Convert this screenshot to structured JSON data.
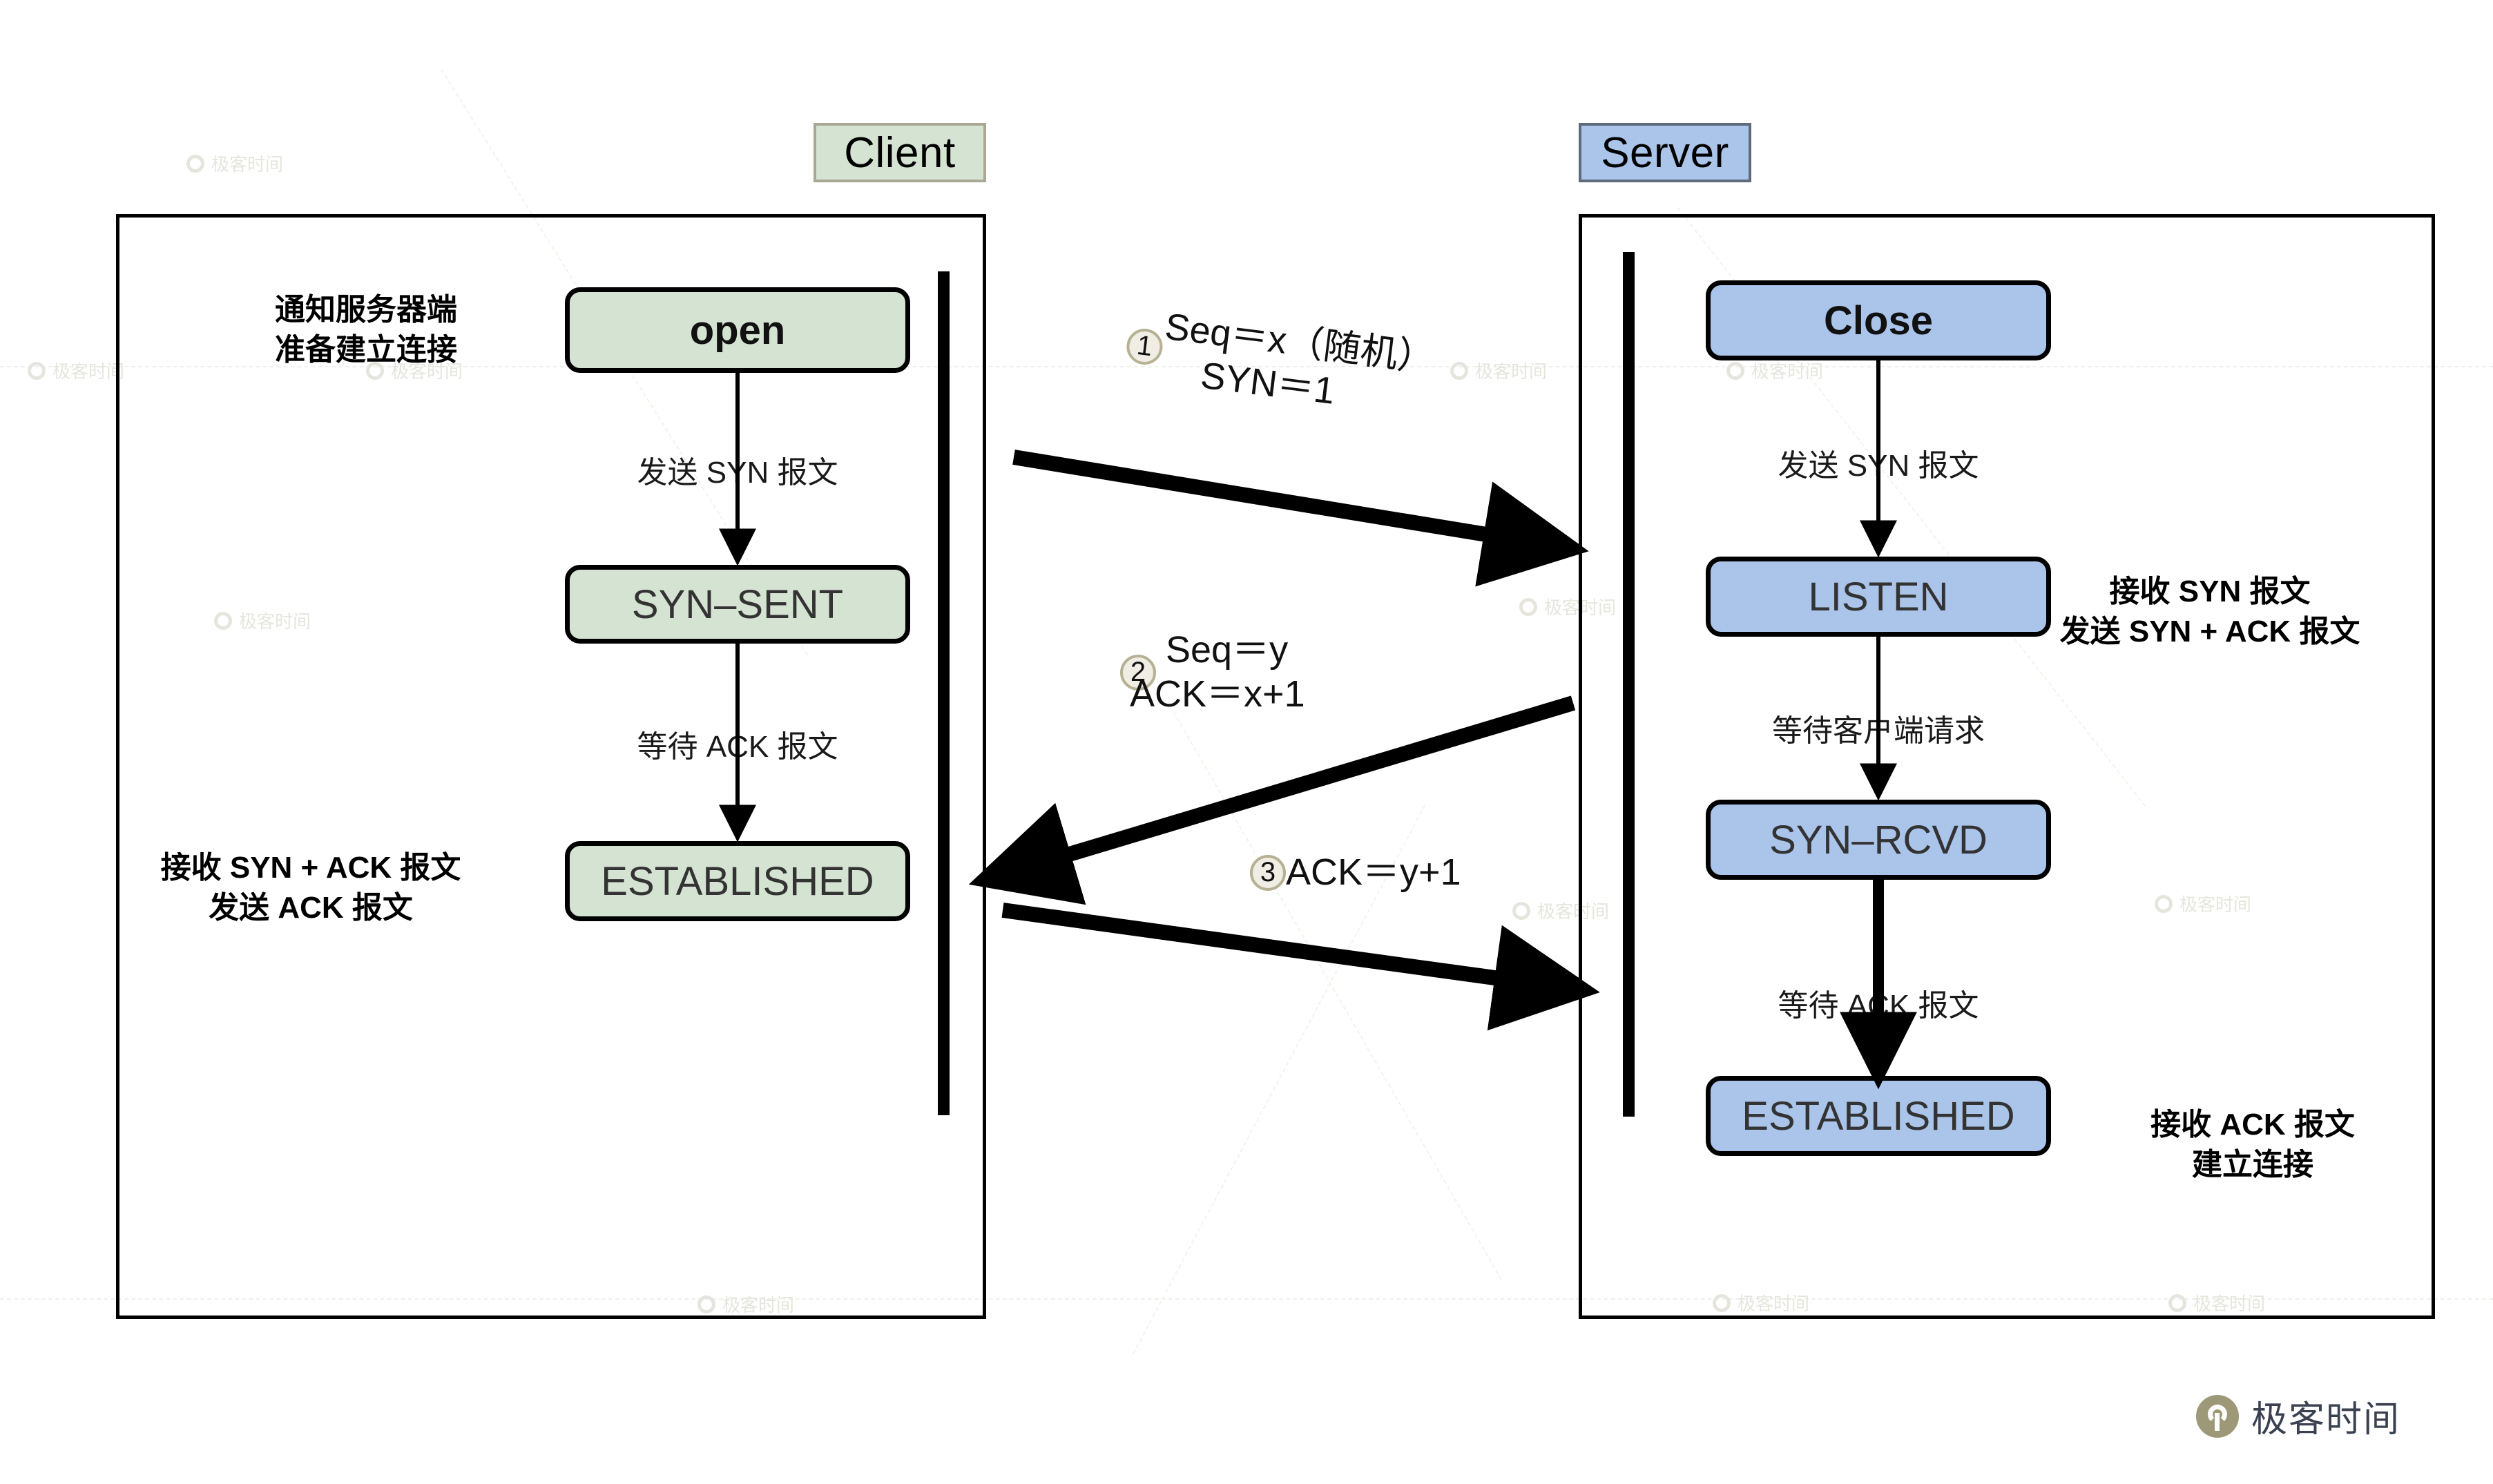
{
  "roles": {
    "client": {
      "label": "Client"
    },
    "server": {
      "label": "Server"
    }
  },
  "client": {
    "side_notes": [
      {
        "line1": "通知服务器端",
        "line2": "准备建立连接"
      },
      {
        "line1": "接收 SYN + ACK 报文",
        "line2": "发送 ACK 报文"
      }
    ],
    "states": [
      {
        "label": "open"
      },
      {
        "label": "SYN–SENT"
      },
      {
        "label": "ESTABLISHED"
      }
    ],
    "transitions": [
      {
        "label": "发送 SYN 报文"
      },
      {
        "label": "等待 ACK 报文"
      }
    ]
  },
  "server": {
    "side_notes": [
      {
        "line1": "接收 SYN 报文",
        "line2": "发送 SYN + ACK 报文"
      },
      {
        "line1": "接收 ACK 报文",
        "line2": "建立连接"
      }
    ],
    "states": [
      {
        "label": "Close"
      },
      {
        "label": "LISTEN"
      },
      {
        "label": "SYN–RCVD"
      },
      {
        "label": "ESTABLISHED"
      }
    ],
    "transitions": [
      {
        "label": "发送 SYN 报文"
      },
      {
        "label": "等待客户端请求"
      },
      {
        "label": "等待 ACK 报文"
      }
    ]
  },
  "messages": [
    {
      "num": "1",
      "line1": "Seq＝x（随机）",
      "line2": "SYN＝1",
      "direction": "client-to-server"
    },
    {
      "num": "2",
      "line1": "Seq＝y",
      "line2": "ACK＝x+1",
      "direction": "server-to-client"
    },
    {
      "num": "3",
      "line1": "ACK＝y+1",
      "line2": "",
      "direction": "client-to-server"
    }
  ],
  "brand": {
    "text": "极客时间"
  },
  "watermarks": [
    {
      "text": "极客时间"
    }
  ],
  "colors": {
    "client_fill": "#d5e3d3",
    "client_tag_border": "#a8a893",
    "server_fill": "#aac4ea",
    "server_tag_border": "#5d6b7d",
    "badge_fill": "#f0eee4",
    "badge_border": "#b6b193",
    "stroke": "#000000",
    "brand": "#9d9878"
  }
}
